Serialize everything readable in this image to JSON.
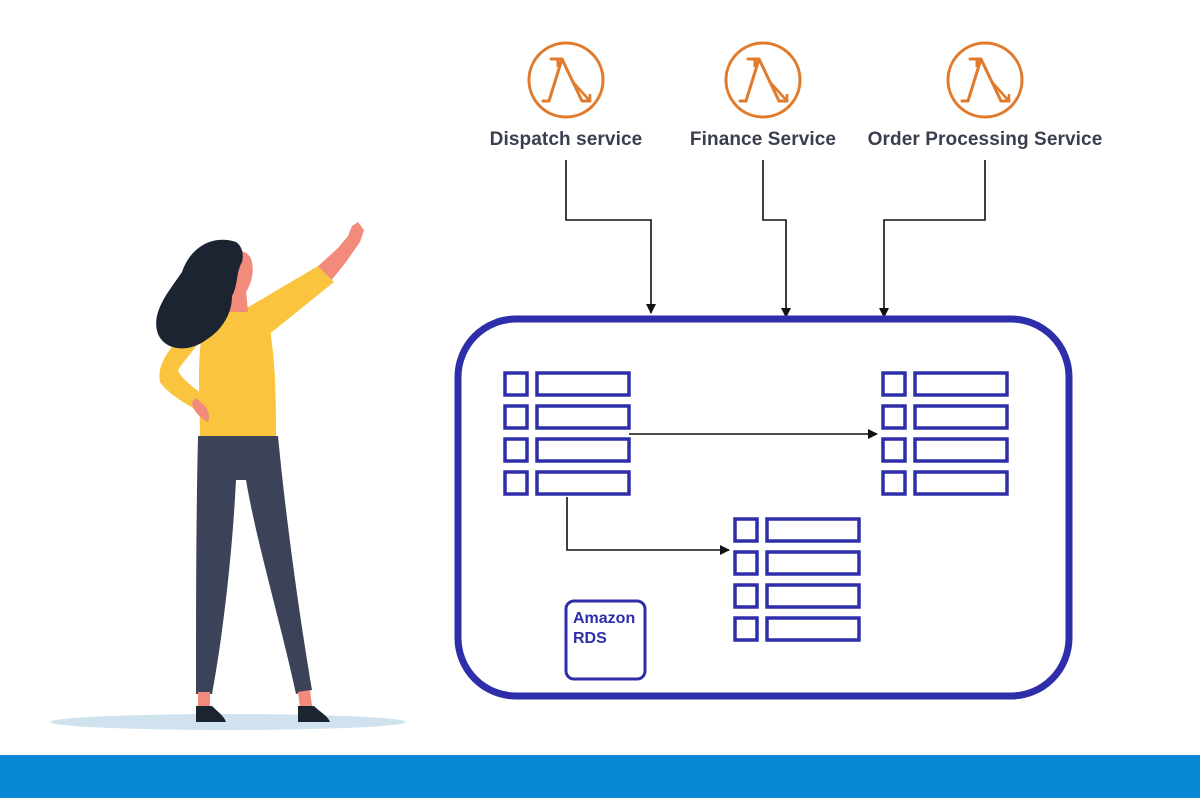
{
  "services": [
    {
      "id": "dispatch",
      "label": "Dispatch service",
      "icon": "lambda-icon"
    },
    {
      "id": "finance",
      "label": "Finance Service",
      "icon": "lambda-icon"
    },
    {
      "id": "order",
      "label": "Order Processing  Service",
      "icon": "lambda-icon"
    }
  ],
  "database": {
    "badge_line1": "Amazon",
    "badge_line2": "RDS",
    "tables": 3,
    "rows_per_table": 4
  },
  "colors": {
    "lambda": "#e07b2e",
    "database": "#2e2eaa",
    "arrow": "#111111",
    "label": "#3a3e4e",
    "bar": "#0787d4",
    "shirt": "#fbc43e",
    "pants": "#3c4359",
    "hair": "#1c2331",
    "skin": "#f28b7c",
    "shadow": "#cfe2ee"
  }
}
